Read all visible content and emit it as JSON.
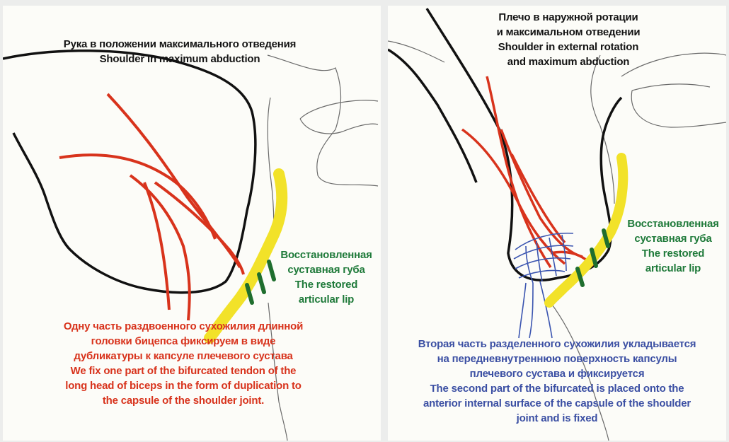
{
  "left": {
    "title": [
      "Рука в положении максимального отведения",
      "Shoulder in maximum abduction"
    ],
    "lip_label": [
      "Восстановленная",
      "суставная губа",
      "The restored",
      "articular lip"
    ],
    "caption": [
      "Одну часть раздвоенного сухожилия длинной",
      "головки бицепса фиксируем в виде",
      "дубликатуры к капсуле плечевого сустава",
      "We fix one part of the bifurcated tendon of the",
      "long head of biceps in the form of duplication to",
      "the capsule of the shoulder joint."
    ]
  },
  "right": {
    "title": [
      "Плечо в наружной ротации",
      "и максимальном отведении",
      "Shoulder in external rotation",
      "and maximum abduction"
    ],
    "lip_label": [
      "Восстановленная",
      "суставная губа",
      "The restored",
      "articular lip"
    ],
    "caption": [
      "Вторая часть разделенного сухожилия укладывается",
      "на передневнутреннюю поверхность капсулы",
      "плечевого сустава и фиксируется",
      "The second part of the bifurcated is placed onto   the",
      "anterior internal surface of the capsule of the shoulder",
      "joint and is fixed"
    ]
  },
  "colors": {
    "tendon": "#d8331c",
    "labrum": "#f2e229",
    "suture": "#1f6e2e",
    "bone": "#111111",
    "capsule_net": "#3b55b0"
  }
}
